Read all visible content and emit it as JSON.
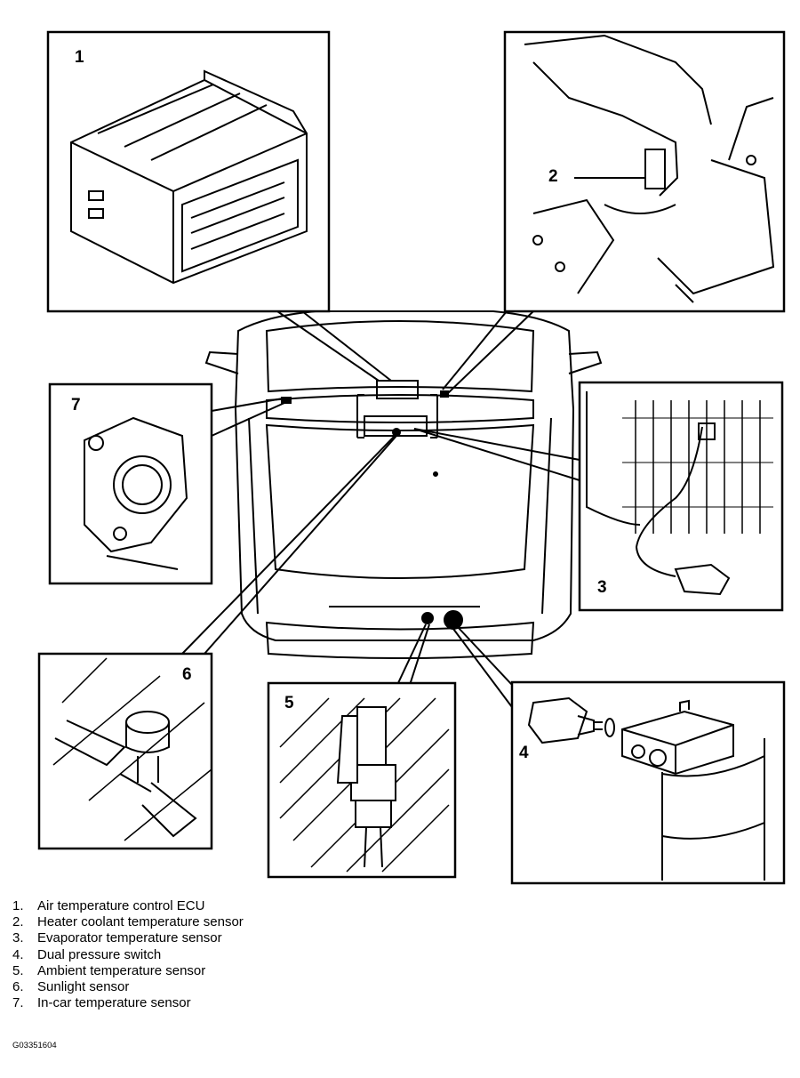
{
  "diagram": {
    "callouts": {
      "p1": "1",
      "p2": "2",
      "p3": "3",
      "p4": "4",
      "p5": "5",
      "p6": "6",
      "p7": "7"
    }
  },
  "legend": [
    {
      "num": "1.",
      "label": "Air temperature control ECU"
    },
    {
      "num": "2.",
      "label": "Heater coolant temperature sensor"
    },
    {
      "num": "3.",
      "label": "Evaporator temperature sensor"
    },
    {
      "num": "4.",
      "label": "Dual pressure switch"
    },
    {
      "num": "5.",
      "label": "Ambient temperature sensor"
    },
    {
      "num": "6.",
      "label": "Sunlight sensor"
    },
    {
      "num": "7.",
      "label": "In-car temperature sensor"
    }
  ],
  "figure_id": "G03351604"
}
